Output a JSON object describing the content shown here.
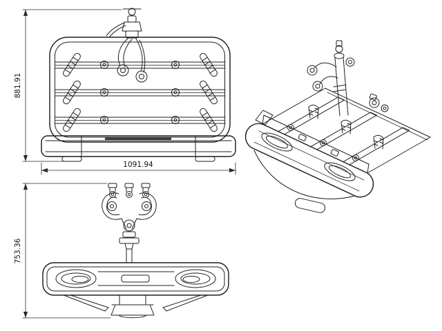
{
  "canvas": {
    "background": "#ffffff",
    "line_color": "#1f1f1f"
  },
  "drawing": {
    "type": "technical-drawing",
    "subject": "tow-bar mounted three-bike carrier",
    "views": [
      {
        "id": "front-view"
      },
      {
        "id": "side-view"
      },
      {
        "id": "isometric-view"
      }
    ],
    "dimensions": {
      "front_height": "881.91",
      "front_width": "1091.94",
      "side_height": "753.36"
    }
  }
}
